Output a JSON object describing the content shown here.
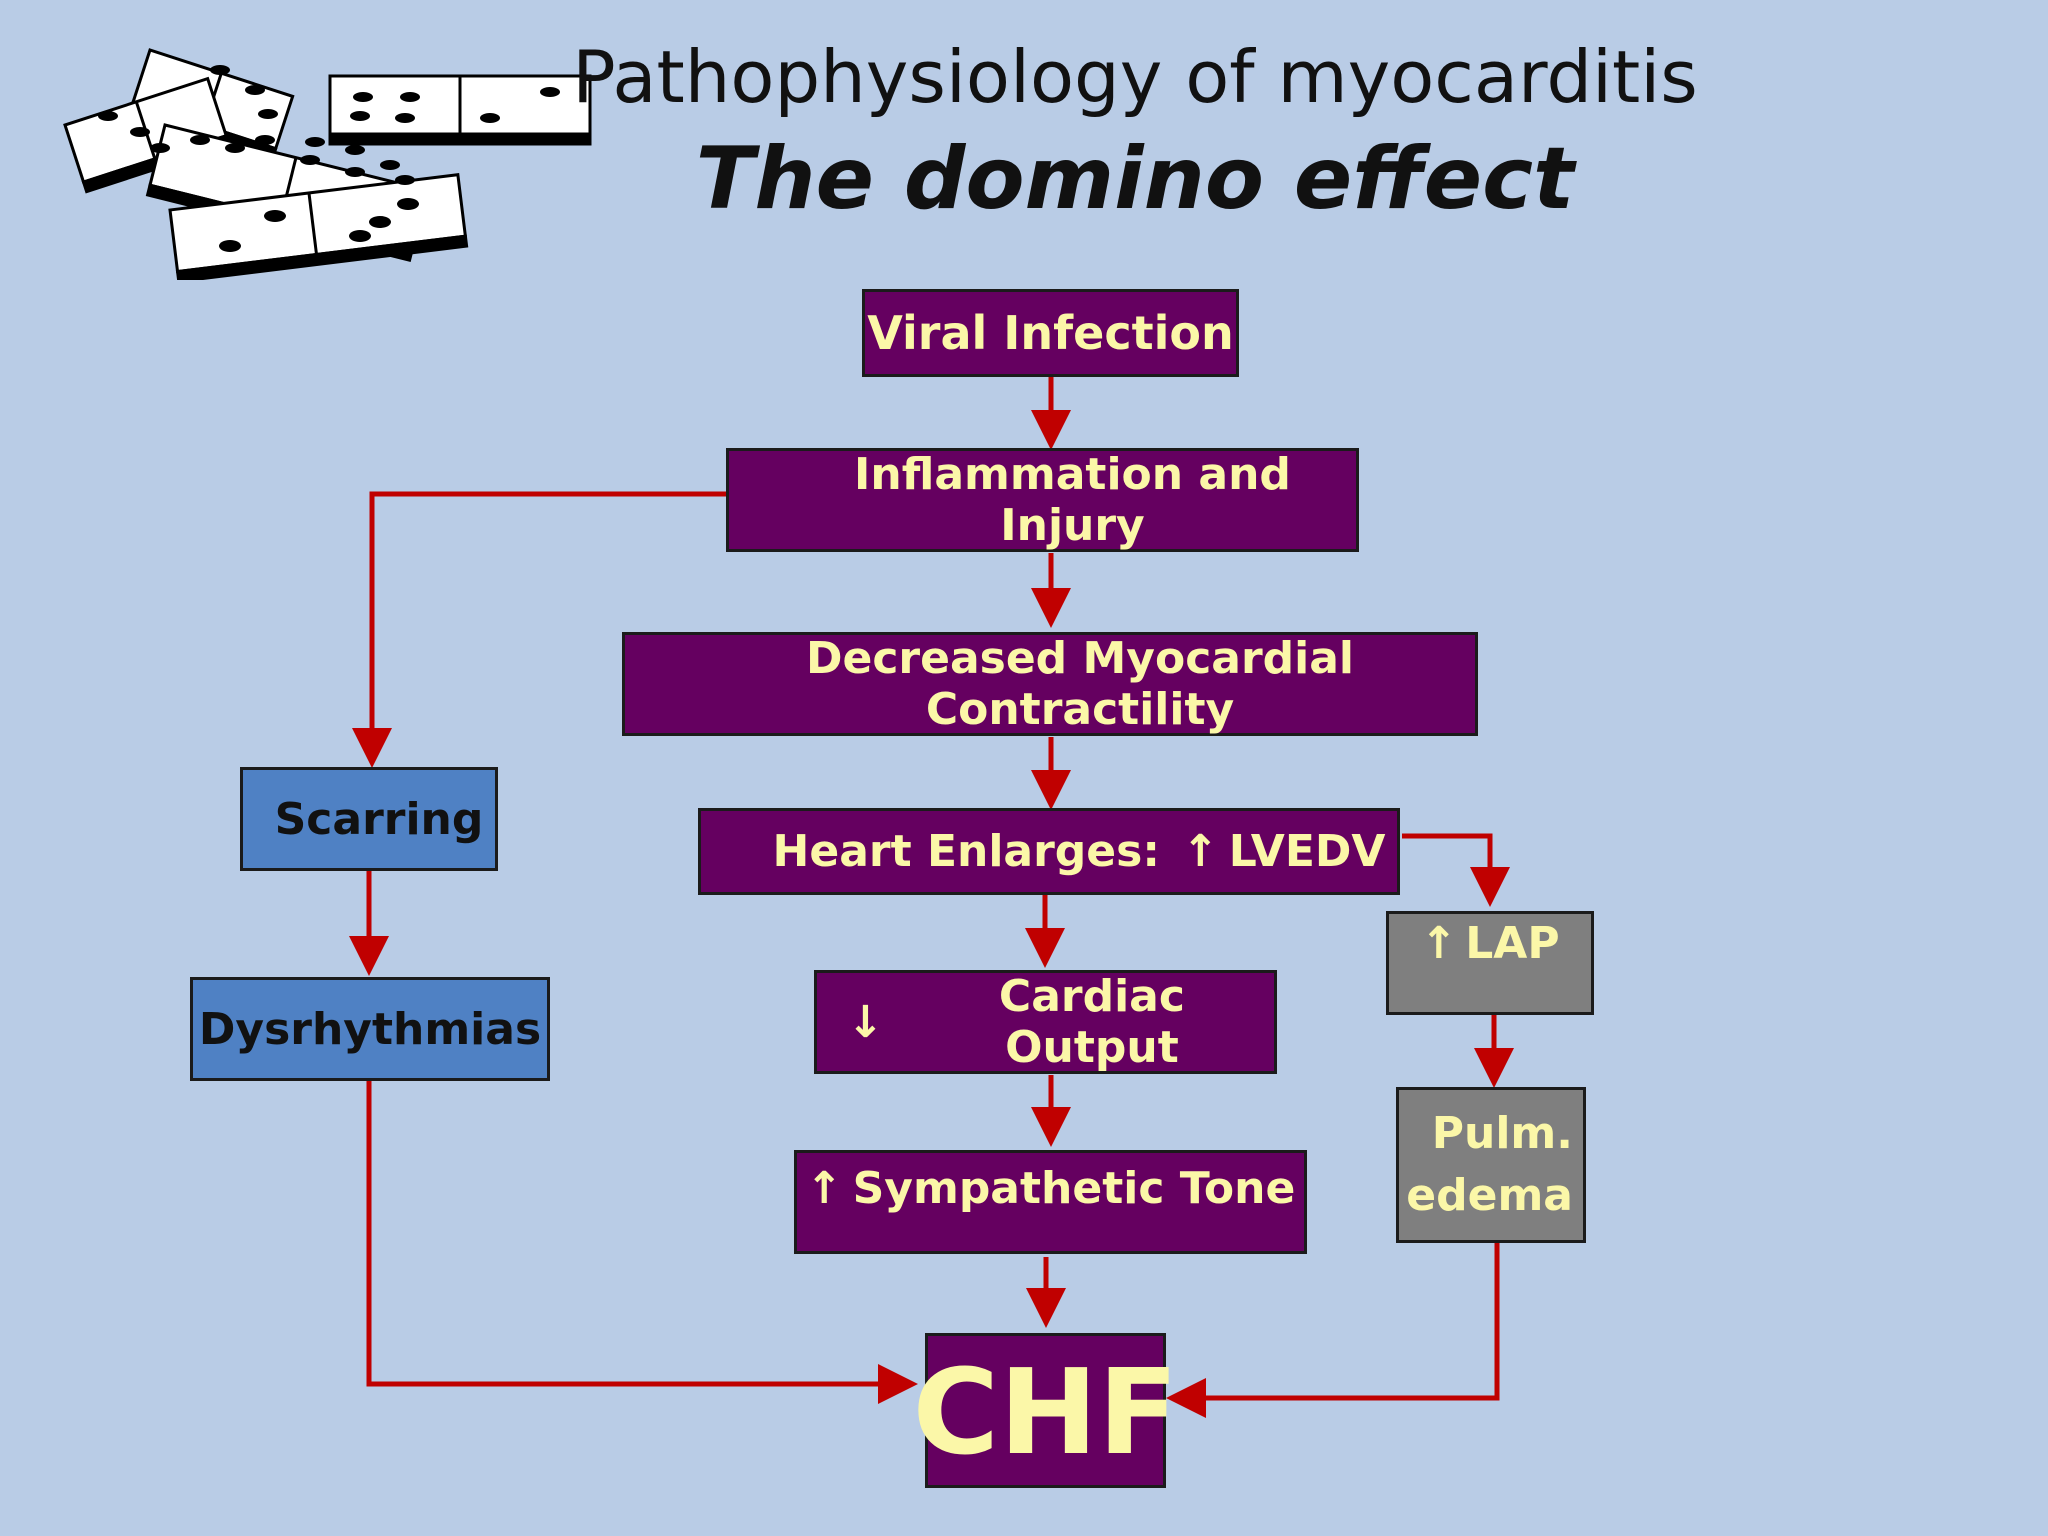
{
  "title": "Pathophysiology of myocarditis",
  "subtitle": "The domino effect",
  "nodes": {
    "viral_infection": "Viral Infection",
    "inflammation": "Inflammation and Injury",
    "contractility": "Decreased Myocardial Contractility",
    "heart_enlarges": "Heart Enlarges:",
    "lvedv": "LVEDV",
    "lap": "LAP",
    "cardiac_output": "Cardiac Output",
    "sympathetic_tone": "Sympathetic Tone",
    "scarring": "Scarring",
    "dysrhythmias": "Dysrhythmias",
    "pulm_edema_line1": "Pulm.",
    "pulm_edema_line2": "edema",
    "chf": "CHF"
  },
  "symbols": {
    "up_arrow": "↑",
    "down_arrow": "↓"
  },
  "colors": {
    "background": "#b9cce6",
    "purple_box": "#650060",
    "blue_box": "#4f81c4",
    "gray_box": "#7f7f7f",
    "box_text": "#fbf7a8",
    "arrow": "#c00000"
  },
  "edges": [
    {
      "from": "Viral Infection",
      "to": "Inflammation and Injury"
    },
    {
      "from": "Inflammation and Injury",
      "to": "Decreased Myocardial Contractility"
    },
    {
      "from": "Inflammation and Injury",
      "to": "Scarring"
    },
    {
      "from": "Decreased Myocardial Contractility",
      "to": "Heart Enlarges"
    },
    {
      "from": "Heart Enlarges",
      "to": "Cardiac Output"
    },
    {
      "from": "Heart Enlarges",
      "to": "LAP"
    },
    {
      "from": "Cardiac Output",
      "to": "Sympathetic Tone"
    },
    {
      "from": "Sympathetic Tone",
      "to": "CHF"
    },
    {
      "from": "Scarring",
      "to": "Dysrhythmias"
    },
    {
      "from": "Dysrhythmias",
      "to": "CHF"
    },
    {
      "from": "LAP",
      "to": "Pulm. edema"
    },
    {
      "from": "Pulm. edema",
      "to": "CHF"
    }
  ]
}
